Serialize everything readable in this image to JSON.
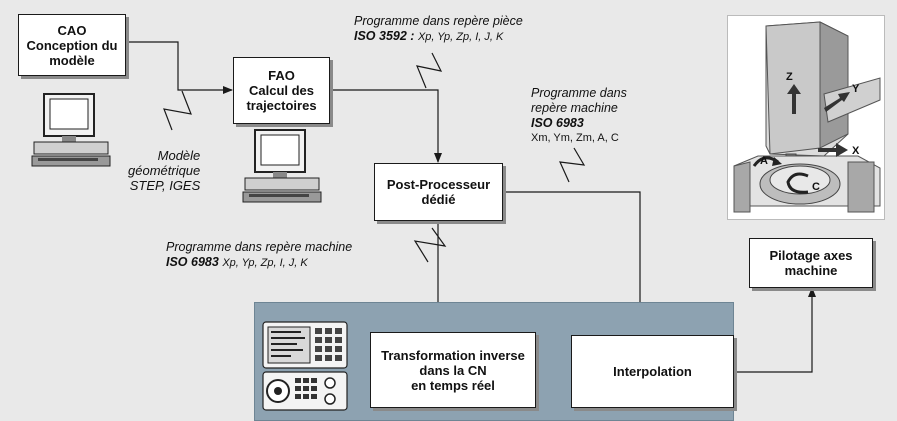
{
  "boxes": {
    "cao": [
      "CAO",
      "Conception du",
      "modèle"
    ],
    "fao": [
      "FAO",
      "Calcul des",
      "trajectoires"
    ],
    "post": [
      "Post-Processeur",
      "dédié"
    ],
    "pilotage": [
      "Pilotage axes",
      "machine"
    ],
    "transformation": [
      "Transformation inverse",
      "dans la CN",
      "en temps réel"
    ],
    "interpolation": "Interpolation"
  },
  "notes": {
    "modele": [
      "Modèle",
      "géométrique",
      "STEP, IGES"
    ],
    "piece": {
      "line1": "Programme dans repère pièce",
      "iso": "ISO 3592 :",
      "coords": "Xp, Yp, Zp, I, J, K"
    },
    "machine_right": {
      "line1": "Programme dans",
      "line2": "repère machine",
      "iso": "ISO 6983",
      "coords": "Xm, Ym, Zm, A, C"
    },
    "machine_bottom": {
      "line1": "Programme dans repère machine",
      "iso": "ISO 6983",
      "coords": "Xp, Yp, Zp, I, J, K"
    }
  },
  "axes": {
    "z": "Z",
    "y": "Y",
    "x": "X",
    "a": "A",
    "c": "C"
  },
  "colors": {
    "background": "#e9e9e9",
    "panel": "#8da2b1",
    "box": "#ffffff",
    "line": "#1a1a1a"
  }
}
